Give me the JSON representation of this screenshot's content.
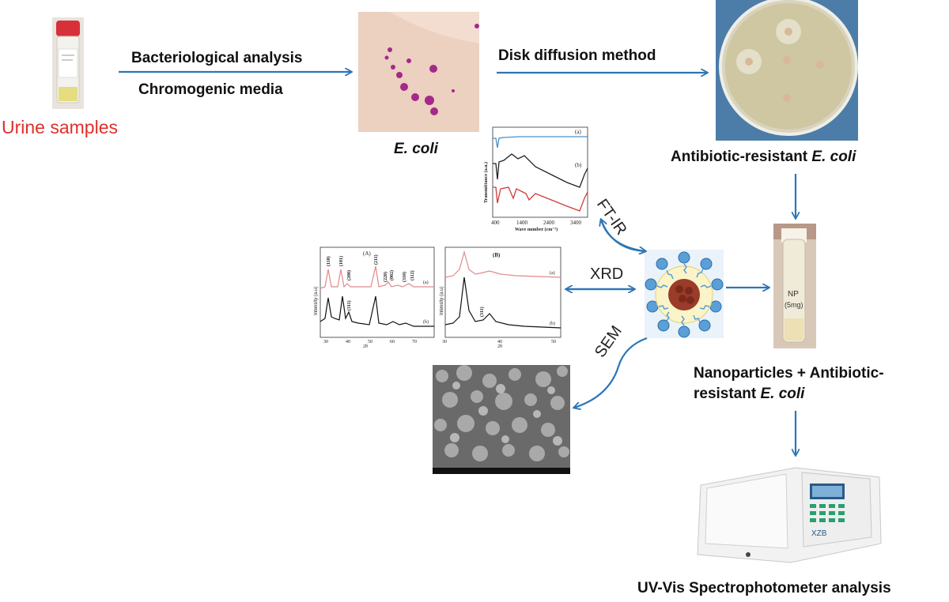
{
  "urine": {
    "label": "Urine samples"
  },
  "arrow1": {
    "top": "Bacteriological analysis",
    "bottom": "Chromogenic media"
  },
  "ecoli": {
    "label": "E. coli"
  },
  "arrow2": {
    "top": "Disk diffusion method"
  },
  "resistant": {
    "prefix": "Antibiotic-resistant ",
    "italic": "E. coli"
  },
  "characterization": {
    "ftir": "FT-IR",
    "xrd": "XRD",
    "sem": "SEM"
  },
  "nano": {
    "line1": "Nanoparticles + Antibiotic-",
    "line2_prefix": "resistant ",
    "line2_italic": "E. coli"
  },
  "tube": {
    "label_line1": "NP",
    "label_line2": "(5mg)"
  },
  "spectro": {
    "brand": "XZB",
    "label": "UV-Vis Spectrophotometer analysis"
  },
  "ftir_plot": {
    "ylabel": "Transmittance (a.u.)",
    "xlabel": "Wave number (cm⁻¹)",
    "xticks": [
      "400",
      "1400",
      "2400",
      "3400"
    ],
    "series_labels": [
      "(a)",
      "(b)"
    ]
  },
  "xrd_a": {
    "panel": "(A)",
    "peaks": [
      "(110)",
      "(101)",
      "(200)",
      "(211)",
      "(220)",
      "(002)",
      "(310)",
      "(112)"
    ],
    "peak_b": "(311)",
    "series_labels": [
      "(a)",
      "(b)"
    ],
    "ylabel": "Intensity (a.u)",
    "xlabel": "2θ",
    "xticks": [
      "30",
      "40",
      "50",
      "60",
      "70"
    ]
  },
  "xrd_b": {
    "panel": "(B)",
    "peak_b": "(311)",
    "series_labels": [
      "(a)",
      "(b)"
    ],
    "ylabel": "Intensity (a.u)",
    "xlabel": "2θ",
    "xticks": [
      "30",
      "40",
      "50"
    ]
  },
  "colors": {
    "arrow": "#2e75b6",
    "urine_text": "#e0302b",
    "ftir_blue": "#4a90c8",
    "ftir_red": "#d03a3a",
    "xrd_red": "#e08a8a"
  }
}
